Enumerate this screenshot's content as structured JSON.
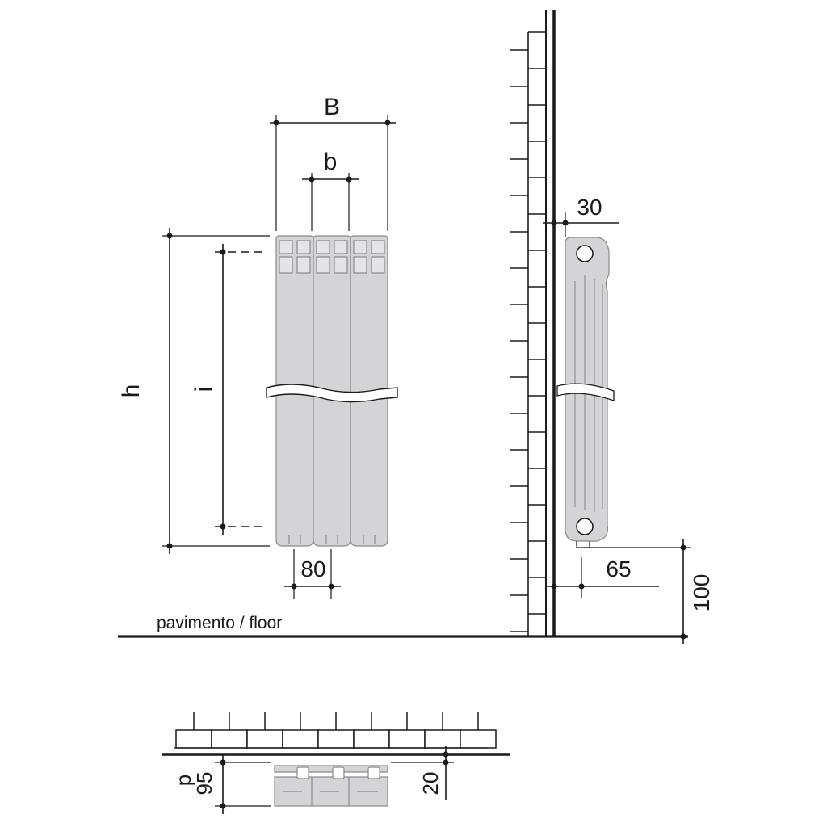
{
  "dimensions": {
    "width_B": "B",
    "width_b": "b",
    "height_h": "h",
    "interaxis_i": "i",
    "section_80": "80",
    "wall_gap_30": "30",
    "axis_65": "65",
    "floor_gap_100": "100",
    "depth_p": "p",
    "depth_95": "95",
    "plan_20": "20"
  },
  "labels": {
    "floor": "pavimento / floor"
  },
  "colors": {
    "line": "#1a1a1a",
    "radiator_fill": "#d4d4d6",
    "radiator_edge": "#8a8a8c",
    "background": "#ffffff"
  }
}
